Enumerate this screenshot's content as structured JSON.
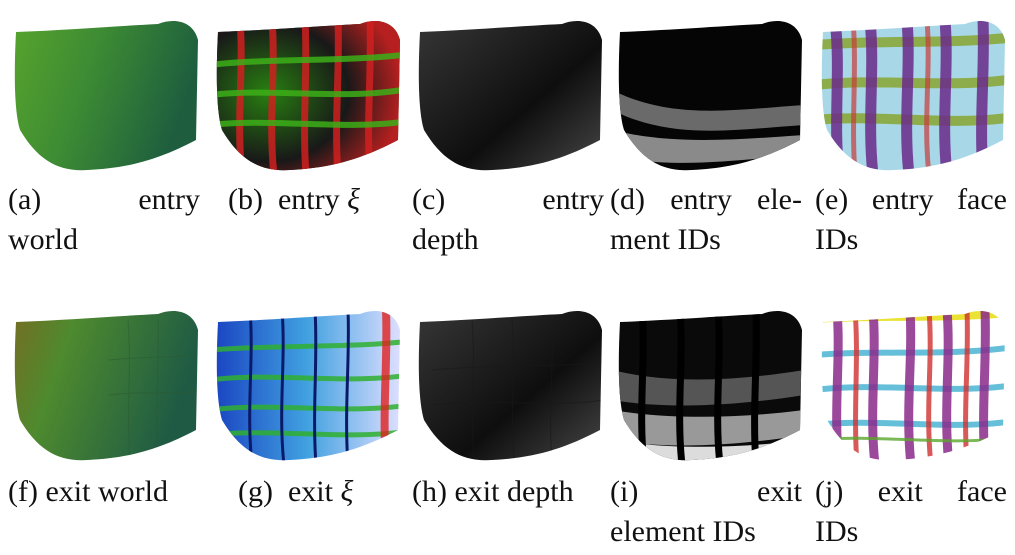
{
  "figure": {
    "row1": [
      {
        "id": "a",
        "label": "(a)",
        "caption": "entry world"
      },
      {
        "id": "b",
        "label": "(b)",
        "caption": "entry ξ"
      },
      {
        "id": "c",
        "label": "(c)",
        "caption": "entry depth"
      },
      {
        "id": "d",
        "label": "(d)",
        "caption": "entry element IDs"
      },
      {
        "id": "e",
        "label": "(e)",
        "caption": "entry face IDs"
      }
    ],
    "row2": [
      {
        "id": "f",
        "label": "(f)",
        "caption": "exit world"
      },
      {
        "id": "g",
        "label": "(g)",
        "caption": "exit ξ"
      },
      {
        "id": "h",
        "label": "(h)",
        "caption": "exit depth"
      },
      {
        "id": "i",
        "label": "(i)",
        "caption": "exit element IDs"
      },
      {
        "id": "j",
        "label": "(j)",
        "caption": "exit face IDs"
      }
    ]
  },
  "captions": {
    "a_l1": "(a)       entry",
    "a_l2": "world",
    "b_l1": "(b)  entry",
    "b_xi": "ξ",
    "c_l1": "(c)       entry",
    "c_l2": "depth",
    "d_l1": "(d)  entry  ele-",
    "d_l2": "ment IDs",
    "e_l1": "(e)  entry  face",
    "e_l2": "IDs",
    "f_l1": "(f)  exit world",
    "g_l1": "(g)  exit",
    "g_xi": "ξ",
    "h_l1": "(h)  exit depth",
    "i_l1": "(i)            exit",
    "i_l2": "element IDs",
    "j_l1": "(j)   exit    face",
    "j_l2": "IDs"
  },
  "colors": {
    "green_light": "#6fb32a",
    "green_dark": "#1e6a3a",
    "world_red": "#7a4a1a",
    "depth_black": "#050505",
    "depth_gray": "#3a3a3a",
    "face_blue": "#a8d8e8",
    "face_purple": "#6a2a8a",
    "face_olive": "#8aa83a",
    "face_red": "#c83a3a",
    "face_yellow": "#e8e020"
  }
}
